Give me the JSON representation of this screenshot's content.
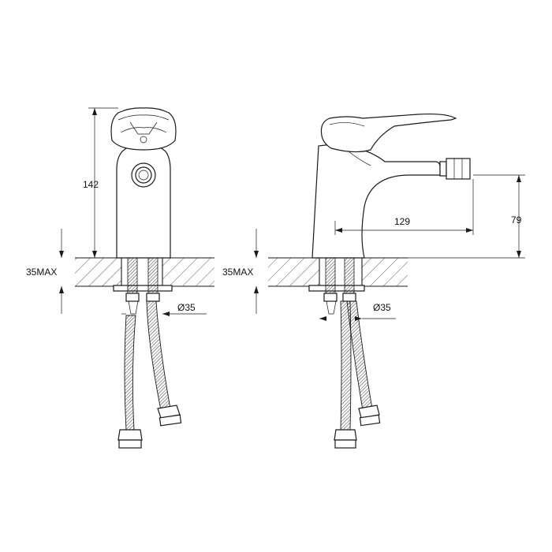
{
  "front_view": {
    "height_label": "142",
    "counter_label": "35MAX",
    "hole_label": "Ø35"
  },
  "side_view": {
    "counter_label": "35MAX",
    "hole_label": "Ø35",
    "reach_label": "129",
    "spout_height_label": "79"
  },
  "colors": {
    "line": "#1a1a1a",
    "background": "#ffffff"
  }
}
